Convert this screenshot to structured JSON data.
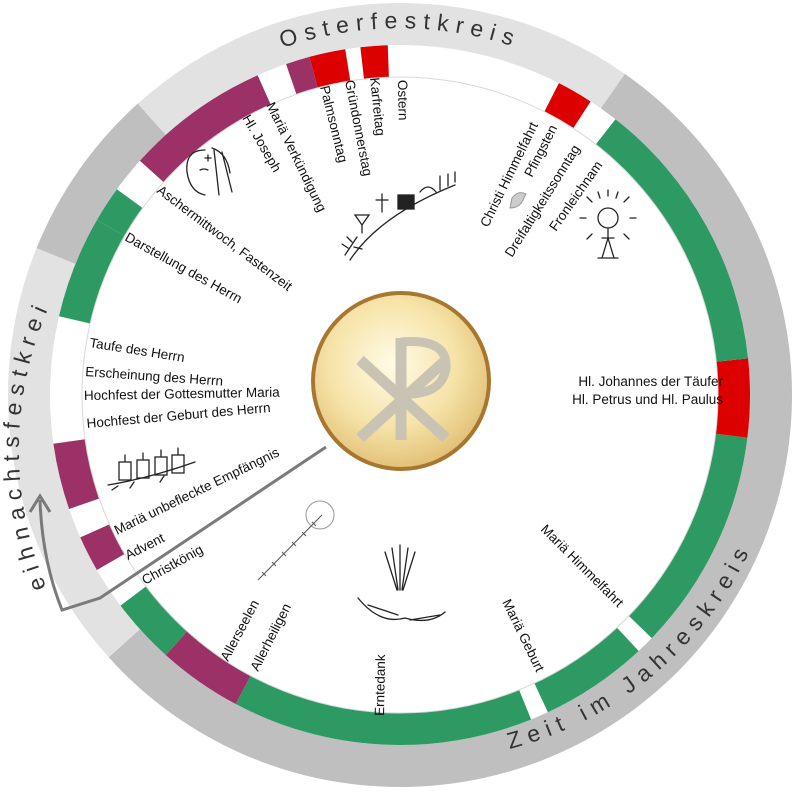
{
  "ring_titles": {
    "easter": "Osterfestkreis",
    "ordinary": "Zeit im Jahreskreis",
    "christmas": "Weihnachtsfestkreis"
  },
  "colors": {
    "green": "#2e9a63",
    "purple": "#9b3166",
    "red": "#dd0000",
    "white": "#ffffff",
    "ring_light": "#e2e2e2",
    "ring_dark": "#bfbfbf",
    "medallion_border": "#a8772f"
  },
  "feasts": {
    "ostern": "Ostern",
    "karfreitag": "Karfreitag",
    "gruendonnerstag": "Gründonnerstag",
    "palmsonntag": "Palmsonntag",
    "verkuendigung": "Mariä Verkündigung",
    "joseph": "Hl. Joseph",
    "aschermittwoch": "Aschermittwoch, Fastenzeit",
    "darstellung": "Darstellung des Herrn",
    "taufe": "Taufe des Herrn",
    "erscheinung": "Erscheinung des Herrn",
    "gottesmutter": "Hochfest der Gottesmutter Maria",
    "geburt_herrn": "Hochfest der Geburt des Herrn",
    "empfaengnis": "Mariä unbefleckte Empfängnis",
    "advent": "Advent",
    "christkoenig": "Christkönig",
    "allerseelen": "Allerseelen",
    "allerheiligen": "Allerheiligen",
    "erntedank": "Erntedank",
    "mariae_geburt": "Mariä Geburt",
    "himmelfahrt_maria": "Mariä Himmelfahrt",
    "johannes": "Hl. Johannes der Täufer",
    "petrus_paulus": "Hl. Petrus und Hl. Paulus",
    "christi_himmelfahrt": "Christi Himmelfahrt",
    "pfingsten": "Pfingsten",
    "dreifaltigkeit": "Dreifaltigkeitssonntag",
    "fronleichnam": "Fronleichnam"
  }
}
